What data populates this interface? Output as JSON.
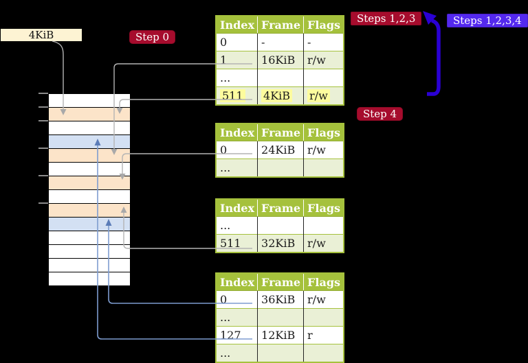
{
  "labels": {
    "frame_size": "4KiB",
    "step0": "Step 0",
    "steps123": "Steps 1,2,3",
    "steps1234": "Steps 1,2,3,4",
    "step4": "Step 4"
  },
  "colors": {
    "header_green": "#a5c13c",
    "row_green": "#eaf0d6",
    "peach": "#fce4c9",
    "light_blue": "#d3e0f3",
    "cream": "#fdf3d3",
    "badge_red": "#a60c2d",
    "badge_purple": "#5429ef",
    "arrow_blue": "#2a00d4",
    "connector_gray": "#b4b4b4",
    "connector_gray_head": "#a9a9a9",
    "connector_blue": "#7e9cd0",
    "connector_blue_head": "#5b7cb8",
    "highlight_yellow": "#fdfc9e"
  },
  "page_tables": [
    {
      "columns": [
        "Index",
        "Frame",
        "Flags"
      ],
      "rows": [
        {
          "index": "0",
          "frame": "-",
          "flags": "-",
          "shade": false,
          "highlight": false
        },
        {
          "index": "1",
          "frame": "16KiB",
          "flags": "r/w",
          "shade": true,
          "highlight": false
        },
        {
          "index": "...",
          "frame": "",
          "flags": "",
          "shade": false,
          "highlight": false
        },
        {
          "index": "511",
          "frame": "4KiB",
          "flags": "r/w",
          "shade": true,
          "highlight": true
        }
      ]
    },
    {
      "columns": [
        "Index",
        "Frame",
        "Flags"
      ],
      "rows": [
        {
          "index": "0",
          "frame": "24KiB",
          "flags": "r/w",
          "shade": false,
          "highlight": false
        },
        {
          "index": "...",
          "frame": "",
          "flags": "",
          "shade": true,
          "highlight": false
        }
      ]
    },
    {
      "columns": [
        "Index",
        "Frame",
        "Flags"
      ],
      "rows": [
        {
          "index": "...",
          "frame": "",
          "flags": "",
          "shade": false,
          "highlight": false
        },
        {
          "index": "511",
          "frame": "32KiB",
          "flags": "r/w",
          "shade": true,
          "highlight": false
        }
      ]
    },
    {
      "columns": [
        "Index",
        "Frame",
        "Flags"
      ],
      "rows": [
        {
          "index": "0",
          "frame": "36KiB",
          "flags": "r/w",
          "shade": false,
          "highlight": false
        },
        {
          "index": "...",
          "frame": "",
          "flags": "",
          "shade": true,
          "highlight": false
        },
        {
          "index": "127",
          "frame": "12KiB",
          "flags": "r",
          "shade": false,
          "highlight": false
        },
        {
          "index": "...",
          "frame": "",
          "flags": "",
          "shade": true,
          "highlight": false
        }
      ]
    }
  ],
  "memory_strip": {
    "rows": [
      "white",
      "peach",
      "white",
      "blue",
      "peach",
      "white",
      "peach",
      "white",
      "peach",
      "blue",
      "white",
      "white",
      "white",
      "white"
    ],
    "tick_rows": [
      0,
      1,
      2,
      4,
      6,
      8
    ]
  }
}
